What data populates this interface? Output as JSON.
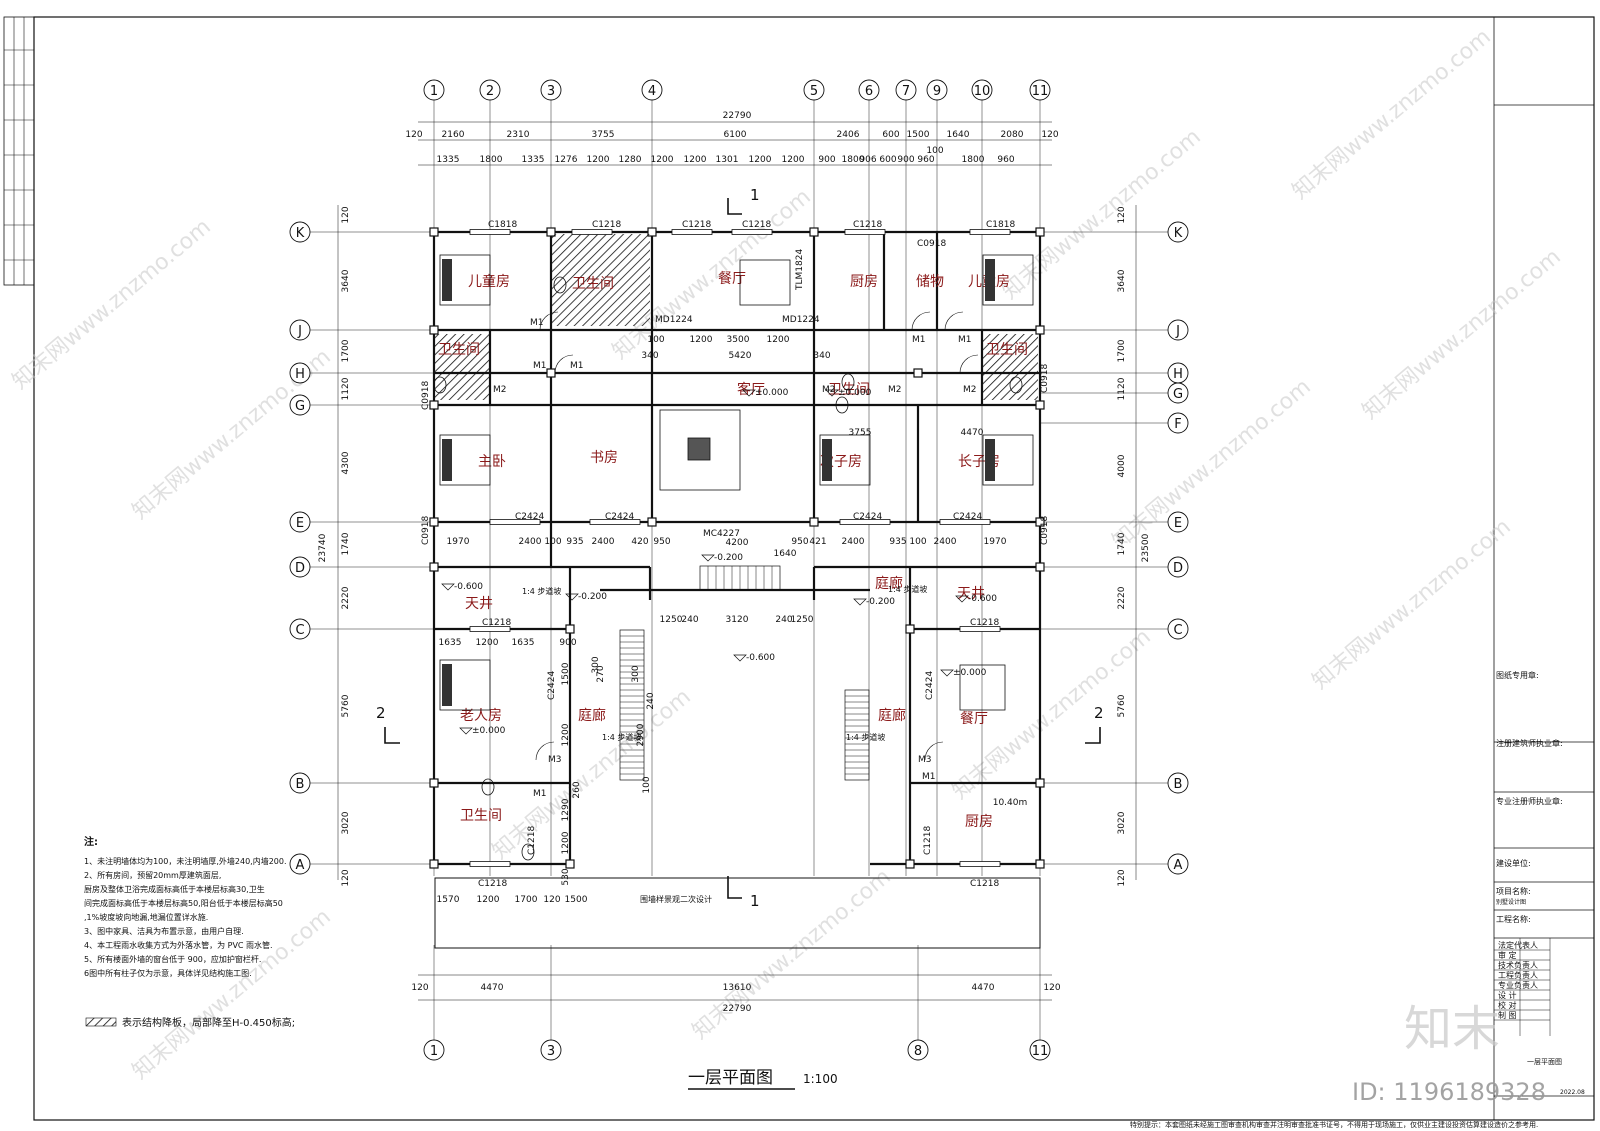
{
  "drawing": {
    "title": "一层平面图",
    "scale": "1:100",
    "section_mark": "1",
    "section_mark_2": "2",
    "axis_top": [
      "1",
      "2",
      "3",
      "4",
      "5",
      "6",
      "7",
      "9",
      "10",
      "11"
    ],
    "axis_bottom": [
      "1",
      "3",
      "8",
      "11"
    ],
    "axis_left": [
      "K",
      "J",
      "H",
      "G",
      "E",
      "D",
      "C",
      "B",
      "A"
    ],
    "axis_right": [
      "K",
      "J",
      "H",
      "G",
      "F",
      "E",
      "D",
      "C",
      "B",
      "A"
    ],
    "dims_top_total": "22790",
    "dims_top_row1": [
      "120",
      "2160",
      "2310",
      "3755",
      "6100",
      "2406",
      "600",
      "1500",
      "1640",
      "2080",
      "120"
    ],
    "dims_top_row2": [
      "1335",
      "1800",
      "1335",
      "1276",
      "1200",
      "1280",
      "1200",
      "1200",
      "1301",
      "1200",
      "1200",
      "900",
      "1800",
      "906",
      "600",
      "900",
      "960",
      "1800",
      "960"
    ],
    "dims_top_extra": "100",
    "dims_bottom_row1": [
      "120",
      "4470",
      "13610",
      "4470",
      "120"
    ],
    "dims_bottom_total": "22790",
    "dims_left": [
      "120",
      "3640",
      "1700",
      "1120",
      "4300",
      "1740",
      "2220",
      "5760",
      "3020",
      "120"
    ],
    "dims_left_total": "23740",
    "dims_right": [
      "120",
      "3640",
      "1700",
      "1120",
      "4000",
      "1740",
      "2220",
      "5760",
      "3020",
      "120"
    ],
    "dims_right_total": "23500",
    "rooms": [
      {
        "name": "儿童房"
      },
      {
        "name": "卫生间"
      },
      {
        "name": "餐厅"
      },
      {
        "name": "厨房"
      },
      {
        "name": "储物"
      },
      {
        "name": "儿童房"
      },
      {
        "name": "卫生间"
      },
      {
        "name": "客厅"
      },
      {
        "name": "卫生间"
      },
      {
        "name": "卫生间"
      },
      {
        "name": "主卧"
      },
      {
        "name": "书房"
      },
      {
        "name": "次子房"
      },
      {
        "name": "长子房"
      },
      {
        "name": "天井"
      },
      {
        "name": "庭廊"
      },
      {
        "name": "天井"
      },
      {
        "name": "老人房"
      },
      {
        "name": "庭廊"
      },
      {
        "name": "庭廊"
      },
      {
        "name": "餐厅"
      },
      {
        "name": "卫生间"
      },
      {
        "name": "厨房"
      }
    ],
    "windows": [
      "C1818",
      "C1218",
      "C1218",
      "C1218",
      "C1218",
      "C0918",
      "C1818",
      "C0918",
      "C0918",
      "C2424",
      "C2424",
      "C2424",
      "C2424",
      "C0918",
      "C0918",
      "C1218",
      "C1218",
      "C2424",
      "C2424",
      "C1218",
      "C1218",
      "C1218",
      "C1218"
    ],
    "doors": [
      "M1",
      "MD1224",
      "MD1224",
      "TLM1824",
      "M1",
      "M1",
      "M1",
      "M1",
      "M2",
      "M2",
      "M2",
      "M2",
      "MC4227",
      "M3",
      "M3",
      "M1",
      "M1"
    ],
    "levels": [
      "±0.000",
      "±0.000",
      "±0.000",
      "±0.000",
      "-0.200",
      "-0.200",
      "-0.200",
      "-0.600",
      "-0.600",
      "-0.600"
    ],
    "stairs": [
      "1:4 步道坡",
      "1:4 步道坡",
      "1:4 步道坡",
      "1:4 步道坡"
    ],
    "misc_dims": [
      "100",
      "1200",
      "3500",
      "1200",
      "340",
      "5420",
      "340",
      "3755",
      "4470",
      "1970",
      "2400",
      "100",
      "935",
      "2400",
      "420",
      "950",
      "4200",
      "1640",
      "950",
      "421",
      "2400",
      "935",
      "100",
      "2400",
      "1970",
      "1250",
      "240",
      "3120",
      "240",
      "1250",
      "1635",
      "1200",
      "1635",
      "900",
      "300",
      "1500",
      "270",
      "300",
      "240",
      "2900",
      "1200",
      "1290",
      "1200",
      "100",
      "260",
      "530",
      "1570",
      "1200",
      "1700",
      "120",
      "1500",
      "10.40m"
    ],
    "fence_note": "围墙样景观二次设计"
  },
  "notes": {
    "heading": "注:",
    "items": [
      "1、未注明墙体均为100，未注明墙厚,外墙240,内墙200.",
      "2、所有房间，预留20mm厚建筑面层,",
      "厨房及整体卫浴完成面标高低于本楼层标高30,卫生",
      "间完成面标高低于本楼层标高50,阳台低于本楼层标高50",
      ",1%坡度坡向地漏,地漏位置详水施.",
      "3、图中家具、洁具为布置示意，由用户自理.",
      "4、本工程雨水收集方式为外落水管，为 PVC 雨水管.",
      "5、所有楼面外墙的窗台低于 900，应加护窗栏杆.",
      "6图中所有柱子仅为示意，具体详见结构施工图."
    ],
    "legend": "表示结构降板，局部降至H-0.450标高;"
  },
  "title_block": {
    "stamp_label": "图纸专用章:",
    "architect_label": "注册建筑师执业章:",
    "engineer_label": "专业注册师执业章:",
    "client_label": "建设单位:",
    "project_label": "项目名称:",
    "project_value": "别墅设计图",
    "work_label": "工程名称:",
    "rows": [
      "法定代表人",
      "审  定",
      "技术负责人",
      "工程负责人",
      "专业负责人",
      "设  计",
      "校  对",
      "制  图"
    ],
    "drawing_name": "一层平面图",
    "date": "2022.08",
    "footer": "特别提示：本套图纸未经施工图审查机构审查并注明审查批准书证号，不得用于现场施工，仅供业主建设投资估算建设造价之参考用."
  },
  "watermark": {
    "text": "知末网www.znzmo.com",
    "logo": "知末",
    "id": "ID: 1196189328"
  }
}
